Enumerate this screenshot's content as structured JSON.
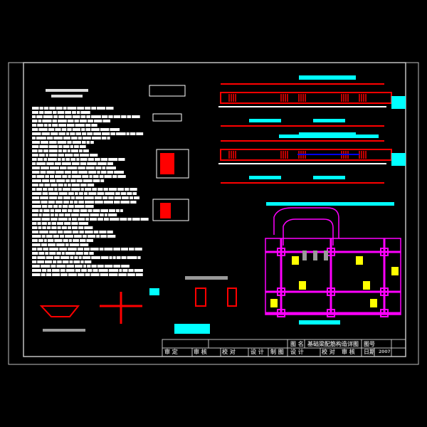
{
  "drawing": {
    "background": "#000000",
    "colors": {
      "frame": "#c0c0c0",
      "rebar": "#ff0000",
      "annotation": "#00ffff",
      "plan": "#ff00ff",
      "dimension": "#ffffff",
      "label": "#ffff00",
      "beam_line": "#0000ff"
    }
  },
  "title_block": {
    "drawing_name_label": "图 名",
    "drawing_name": "基础梁配筋构造详图",
    "row_labels": [
      "审 定",
      "审 核",
      "校 对",
      "设 计",
      "制 图",
      "设 计",
      "校 对",
      "审 核"
    ],
    "drawing_no_label": "图号",
    "date_label": "日期",
    "scale_value": "2007"
  }
}
